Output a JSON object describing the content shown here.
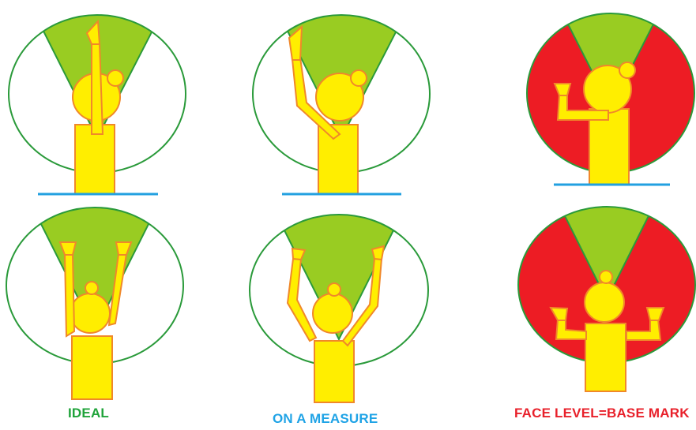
{
  "captions": {
    "ideal": "IDEAL",
    "on_measure": "ON A MEASURE",
    "face_level": "FACE LEVEL=BASE MARK"
  },
  "colors": {
    "ideal_caption": "#1fa33a",
    "measure_caption": "#1fa3e6",
    "face_caption": "#e8202a",
    "circle_outline": "#2a9a3a",
    "green_sector": "#99cc22",
    "red_fill": "#ed1c24",
    "figure_fill": "#ffee00",
    "figure_outline": "#f0882a",
    "base_line": "#22a0e0"
  },
  "figures": [
    {
      "id": "ideal-one-arm",
      "column": "ideal",
      "arms": "one-arm-vertical",
      "red_outside": false,
      "base_line": true
    },
    {
      "id": "measure-one-arm",
      "column": "on_measure",
      "arms": "one-arm-angled",
      "red_outside": false,
      "base_line": true
    },
    {
      "id": "face-one-arm",
      "column": "face_level",
      "arms": "one-arm-face-level",
      "red_outside": true,
      "base_line": true
    },
    {
      "id": "ideal-two-arms",
      "column": "ideal",
      "arms": "two-arms-vertical",
      "red_outside": false,
      "base_line": false
    },
    {
      "id": "measure-two-arms",
      "column": "on_measure",
      "arms": "two-arms-angled",
      "red_outside": false,
      "base_line": false
    },
    {
      "id": "face-two-arms",
      "column": "face_level",
      "arms": "two-arms-face-level",
      "red_outside": true,
      "base_line": false
    }
  ]
}
